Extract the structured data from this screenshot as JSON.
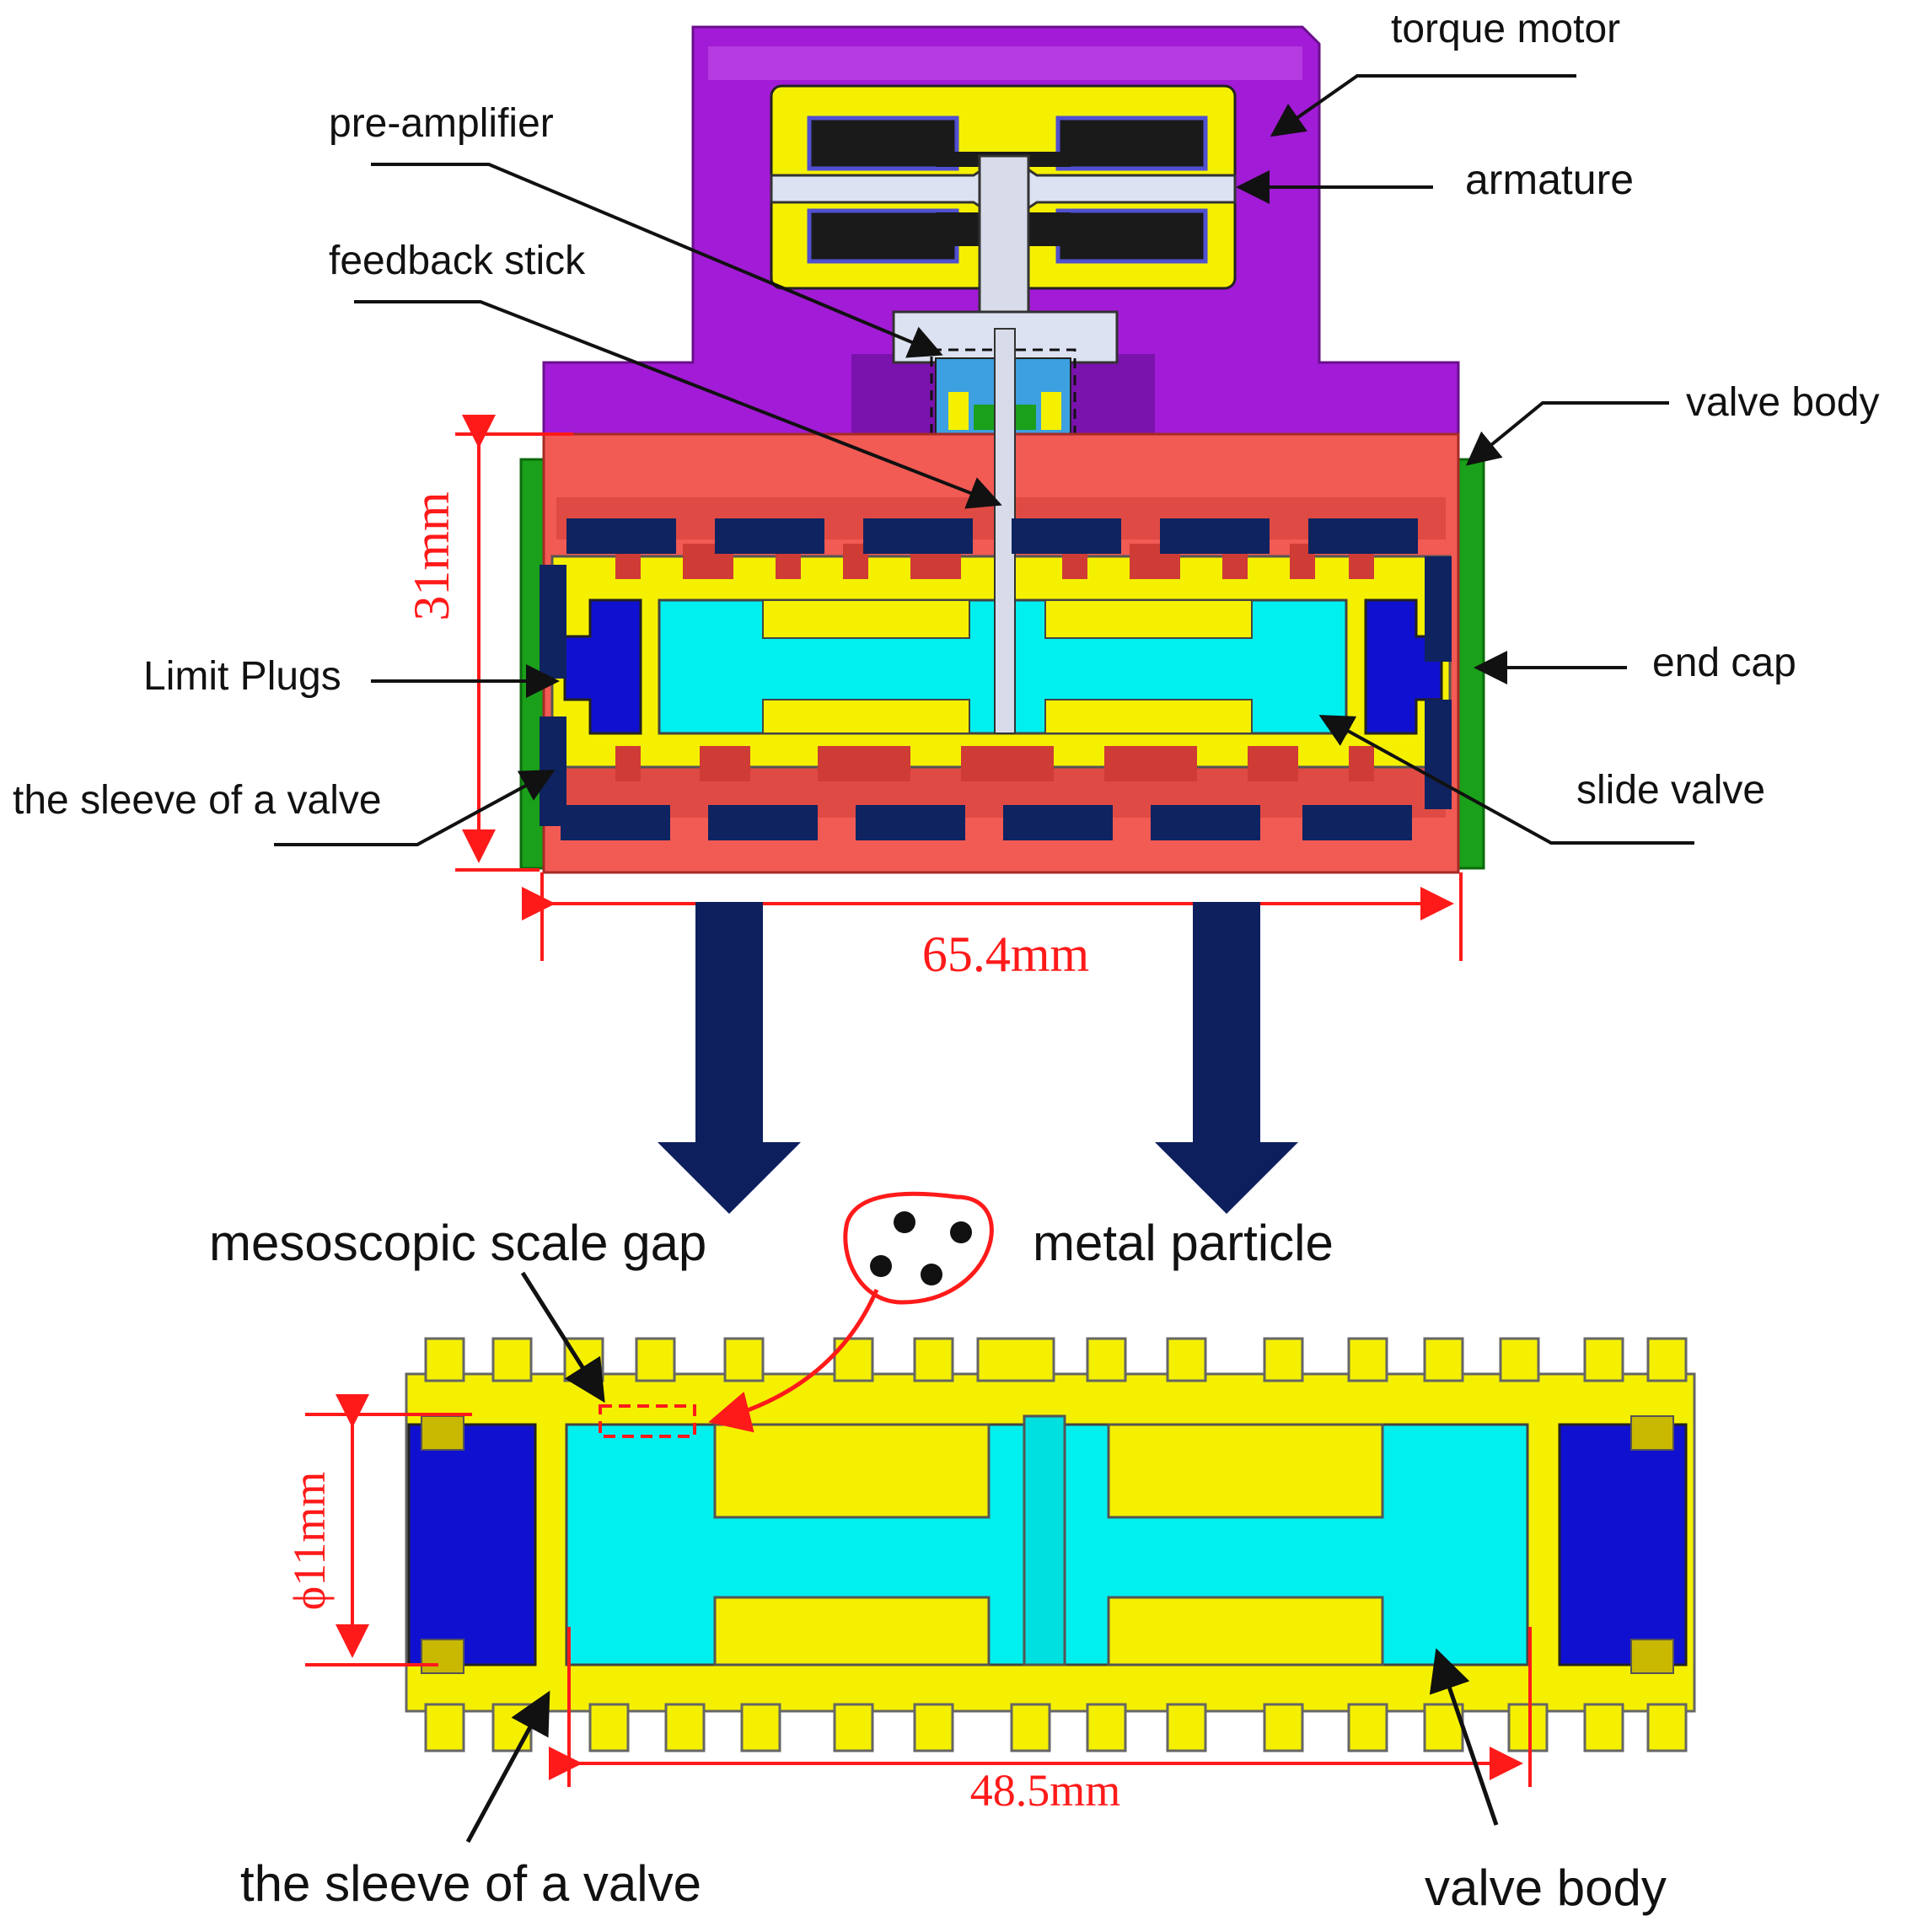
{
  "labels": {
    "torque_motor": "torque motor",
    "pre_amplifier": "pre-amplifier",
    "armature": "armature",
    "feedback_stick": "feedback stick",
    "valve_body_top": "valve body",
    "limit_plugs": "Limit Plugs",
    "end_cap": "end cap",
    "sleeve_top": "the sleeve of a valve",
    "slide_valve": "slide valve",
    "mesoscopic_gap": "mesoscopic scale gap",
    "metal_particle": "metal particle",
    "sleeve_bottom": "the sleeve of a valve",
    "valve_body_bottom": "valve body"
  },
  "dimensions": {
    "height_top": "31mm",
    "width_top": "65.4mm",
    "diameter_bottom": "ϕ11mm",
    "width_bottom": "48.5mm"
  },
  "colors": {
    "motor_housing": "#a21bd6",
    "motor_housing_light": "#c44ae8",
    "valve_body": "#f25a54",
    "valve_body_dark": "#cf3b35",
    "sleeve": "#f5f000",
    "sleeve_shadow": "#c9b800",
    "spool": "#00f0f0",
    "limit_plug": "#1010d0",
    "navy_seal": "#0f2360",
    "end_cap": "#1aa01a",
    "dimension": "#ff1a1a",
    "arrow": "#0e1f5e"
  }
}
